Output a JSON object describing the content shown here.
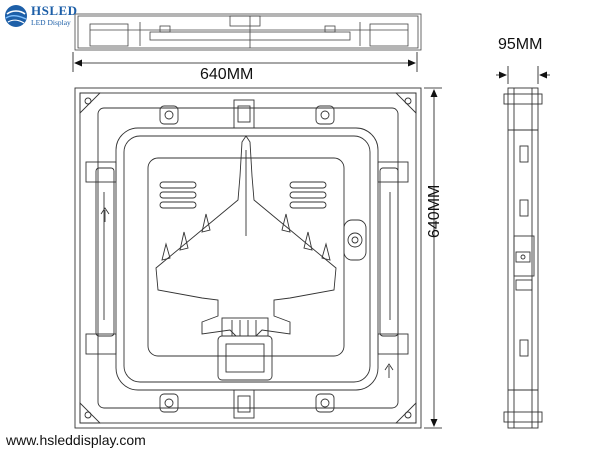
{
  "brand": {
    "name": "HSLED",
    "subtitle": "LED Display",
    "logo_icon": "globe-logo-icon",
    "color": "#1d5fa8"
  },
  "dimensions": {
    "width": "640MM",
    "height": "640MM",
    "depth": "95MM"
  },
  "website": "www.hsleddisplay.com",
  "colors": {
    "line": "#333333",
    "text": "#111111"
  }
}
